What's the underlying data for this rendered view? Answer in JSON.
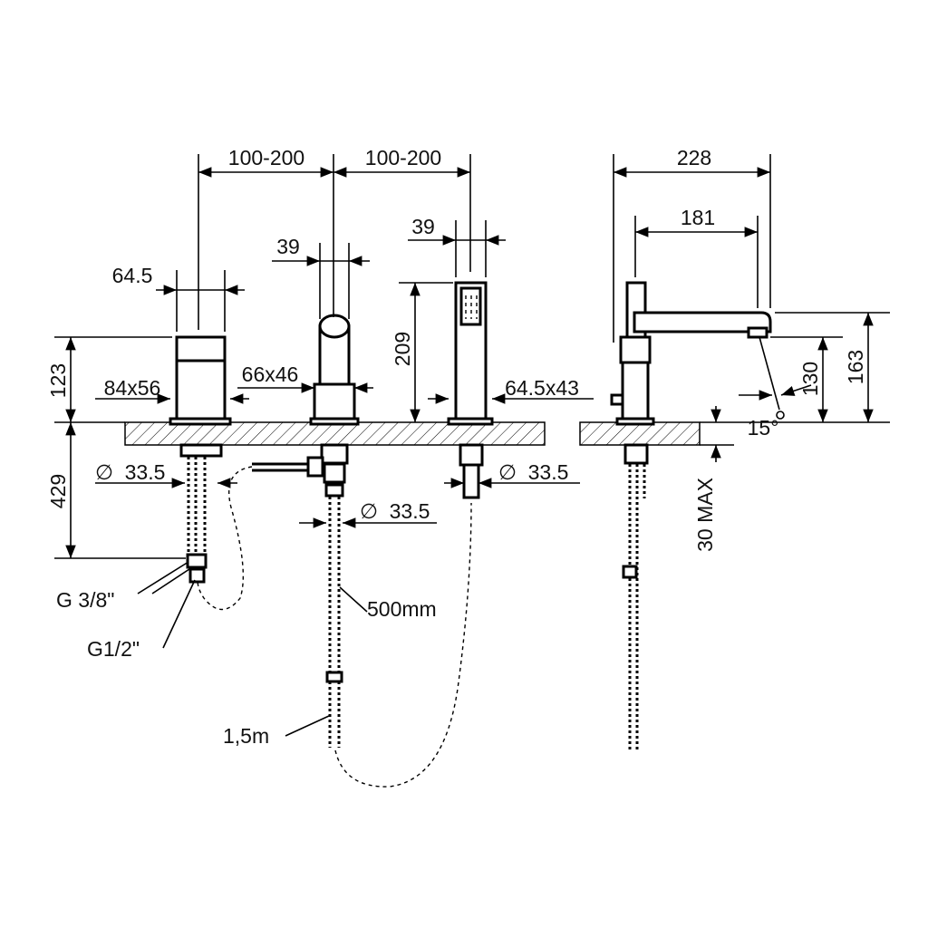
{
  "labels": {
    "spacing_left": "100-200",
    "spacing_right": "100-200",
    "width_mixer": "64.5",
    "width_spout": "39",
    "width_shower": "39",
    "overall_length": "228",
    "spout_reach": "181",
    "height_mixer": "123",
    "height_shower": "209",
    "base_mixer": "84x56",
    "base_spout": "66x46",
    "base_shower": "64.5x43",
    "height_spout_outlet": "130",
    "height_spout_top": "163",
    "angle": "15°",
    "shank_length": "429",
    "hole_mixer": "33.5",
    "hole_spout": "33.5",
    "hole_shower": "33.5",
    "deck_thickness": "30 MAX",
    "thread_small": "G 3/8\"",
    "thread_large": "G1/2\"",
    "hose_spout": "500mm",
    "hose_shower": "1,5m",
    "diameter_symbol": "∅"
  }
}
